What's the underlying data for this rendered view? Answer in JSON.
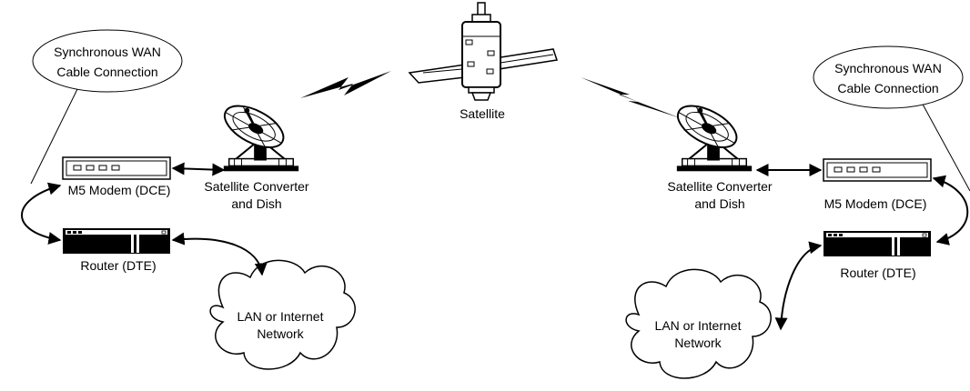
{
  "satellite": {
    "label": "Satellite"
  },
  "left": {
    "callout": {
      "line1": "Synchronous WAN",
      "line2": "Cable Connection"
    },
    "modem": {
      "label": "M5 Modem (DCE)"
    },
    "router": {
      "label": "Router (DTE)"
    },
    "dish": {
      "line1": "Satellite Converter",
      "line2": "and Dish"
    },
    "cloud": {
      "line1": "LAN or Internet",
      "line2": "Network"
    }
  },
  "right": {
    "callout": {
      "line1": "Synchronous WAN",
      "line2": "Cable Connection"
    },
    "modem": {
      "label": "M5 Modem (DCE)"
    },
    "router": {
      "label": "Router (DTE)"
    },
    "dish": {
      "line1": "Satellite Converter",
      "line2": "and Dish"
    },
    "cloud": {
      "line1": "LAN or Internet",
      "line2": "Network"
    }
  }
}
